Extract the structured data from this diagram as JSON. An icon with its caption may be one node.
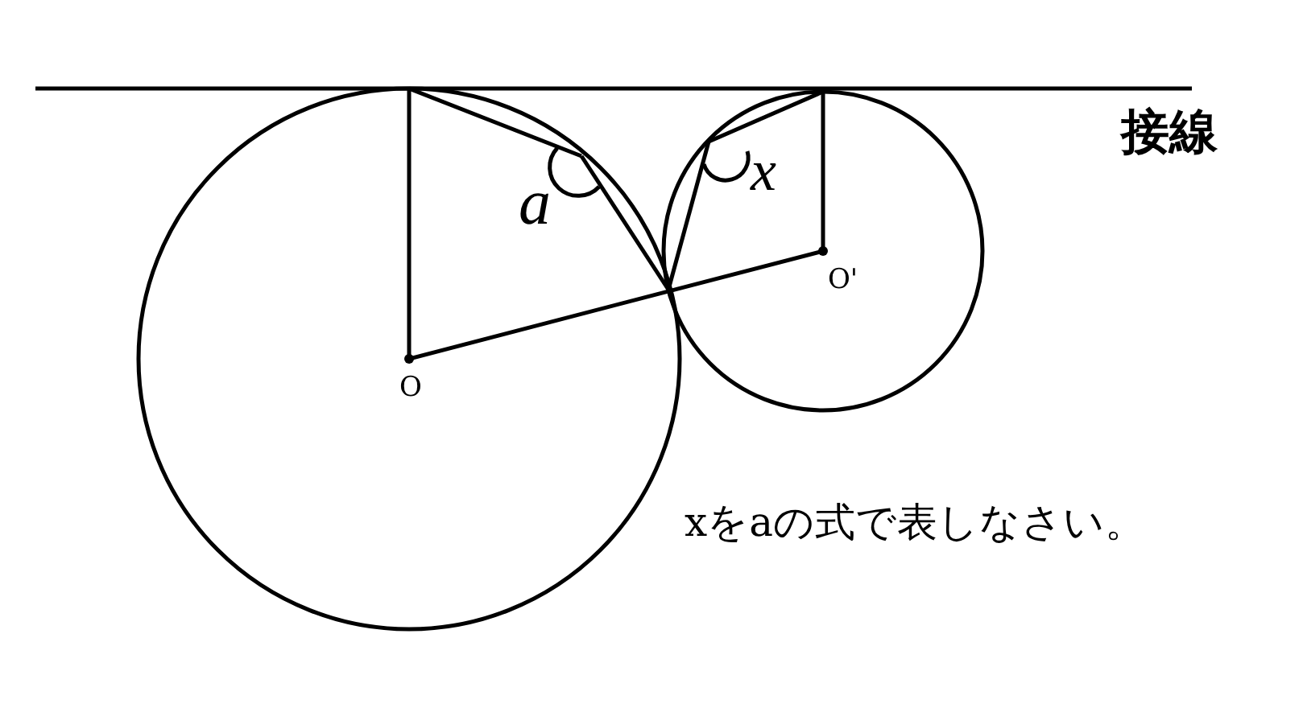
{
  "diagram": {
    "labels": [
      "接線",
      "x",
      "a",
      "O'",
      "O",
      "xをaの式で表しなさい。"
    ]
  }
}
